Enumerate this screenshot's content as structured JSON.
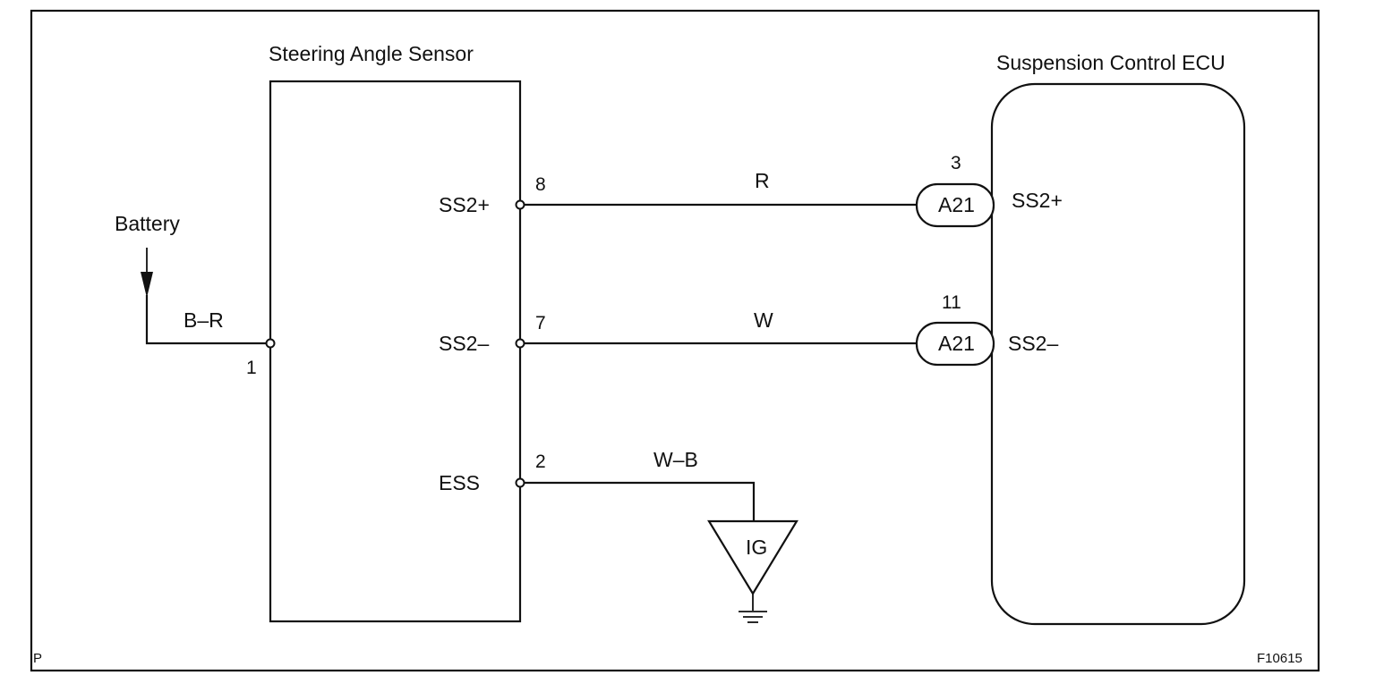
{
  "diagram": {
    "corner_left_label": "P",
    "figure_code": "F10615",
    "battery": {
      "label": "Battery",
      "wire_color": "B–R"
    },
    "sensor": {
      "title": "Steering Angle Sensor",
      "pin_left": "1",
      "terminals": [
        {
          "name": "SS2+",
          "pin": "8"
        },
        {
          "name": "SS2–",
          "pin": "7"
        },
        {
          "name": "ESS",
          "pin": "2"
        }
      ]
    },
    "wires": [
      {
        "color": "R"
      },
      {
        "color": "W"
      },
      {
        "color": "W–B"
      }
    ],
    "ground": {
      "label": "IG"
    },
    "ecu": {
      "title": "Suspension Control ECU",
      "connectors": [
        {
          "connector": "A21",
          "pin": "3",
          "terminal": "SS2+"
        },
        {
          "connector": "A21",
          "pin": "11",
          "terminal": "SS2–"
        }
      ]
    }
  }
}
